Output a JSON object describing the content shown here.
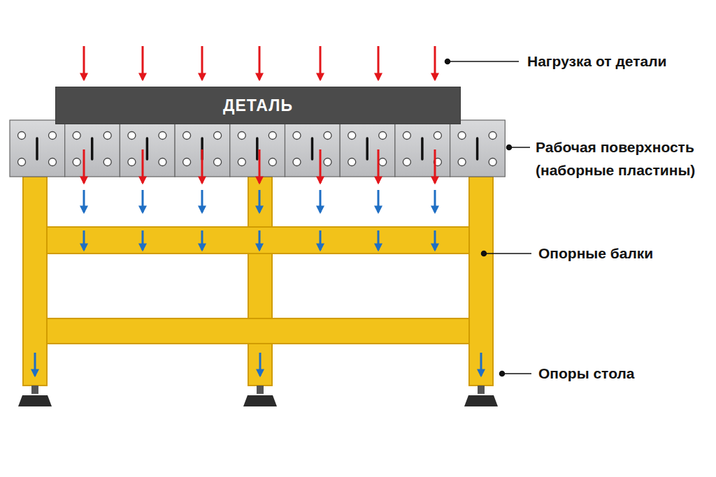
{
  "diagram": {
    "nodes": [
      {
        "text": [
          "ДЕТАЛЬ"
        ]
      }
    ],
    "edges": [],
    "labels": [
      "Нагрузка от детали",
      "Рабочая поверхность (наборные пластины)",
      "Опорные балки",
      "Опоры стола"
    ]
  }
}
